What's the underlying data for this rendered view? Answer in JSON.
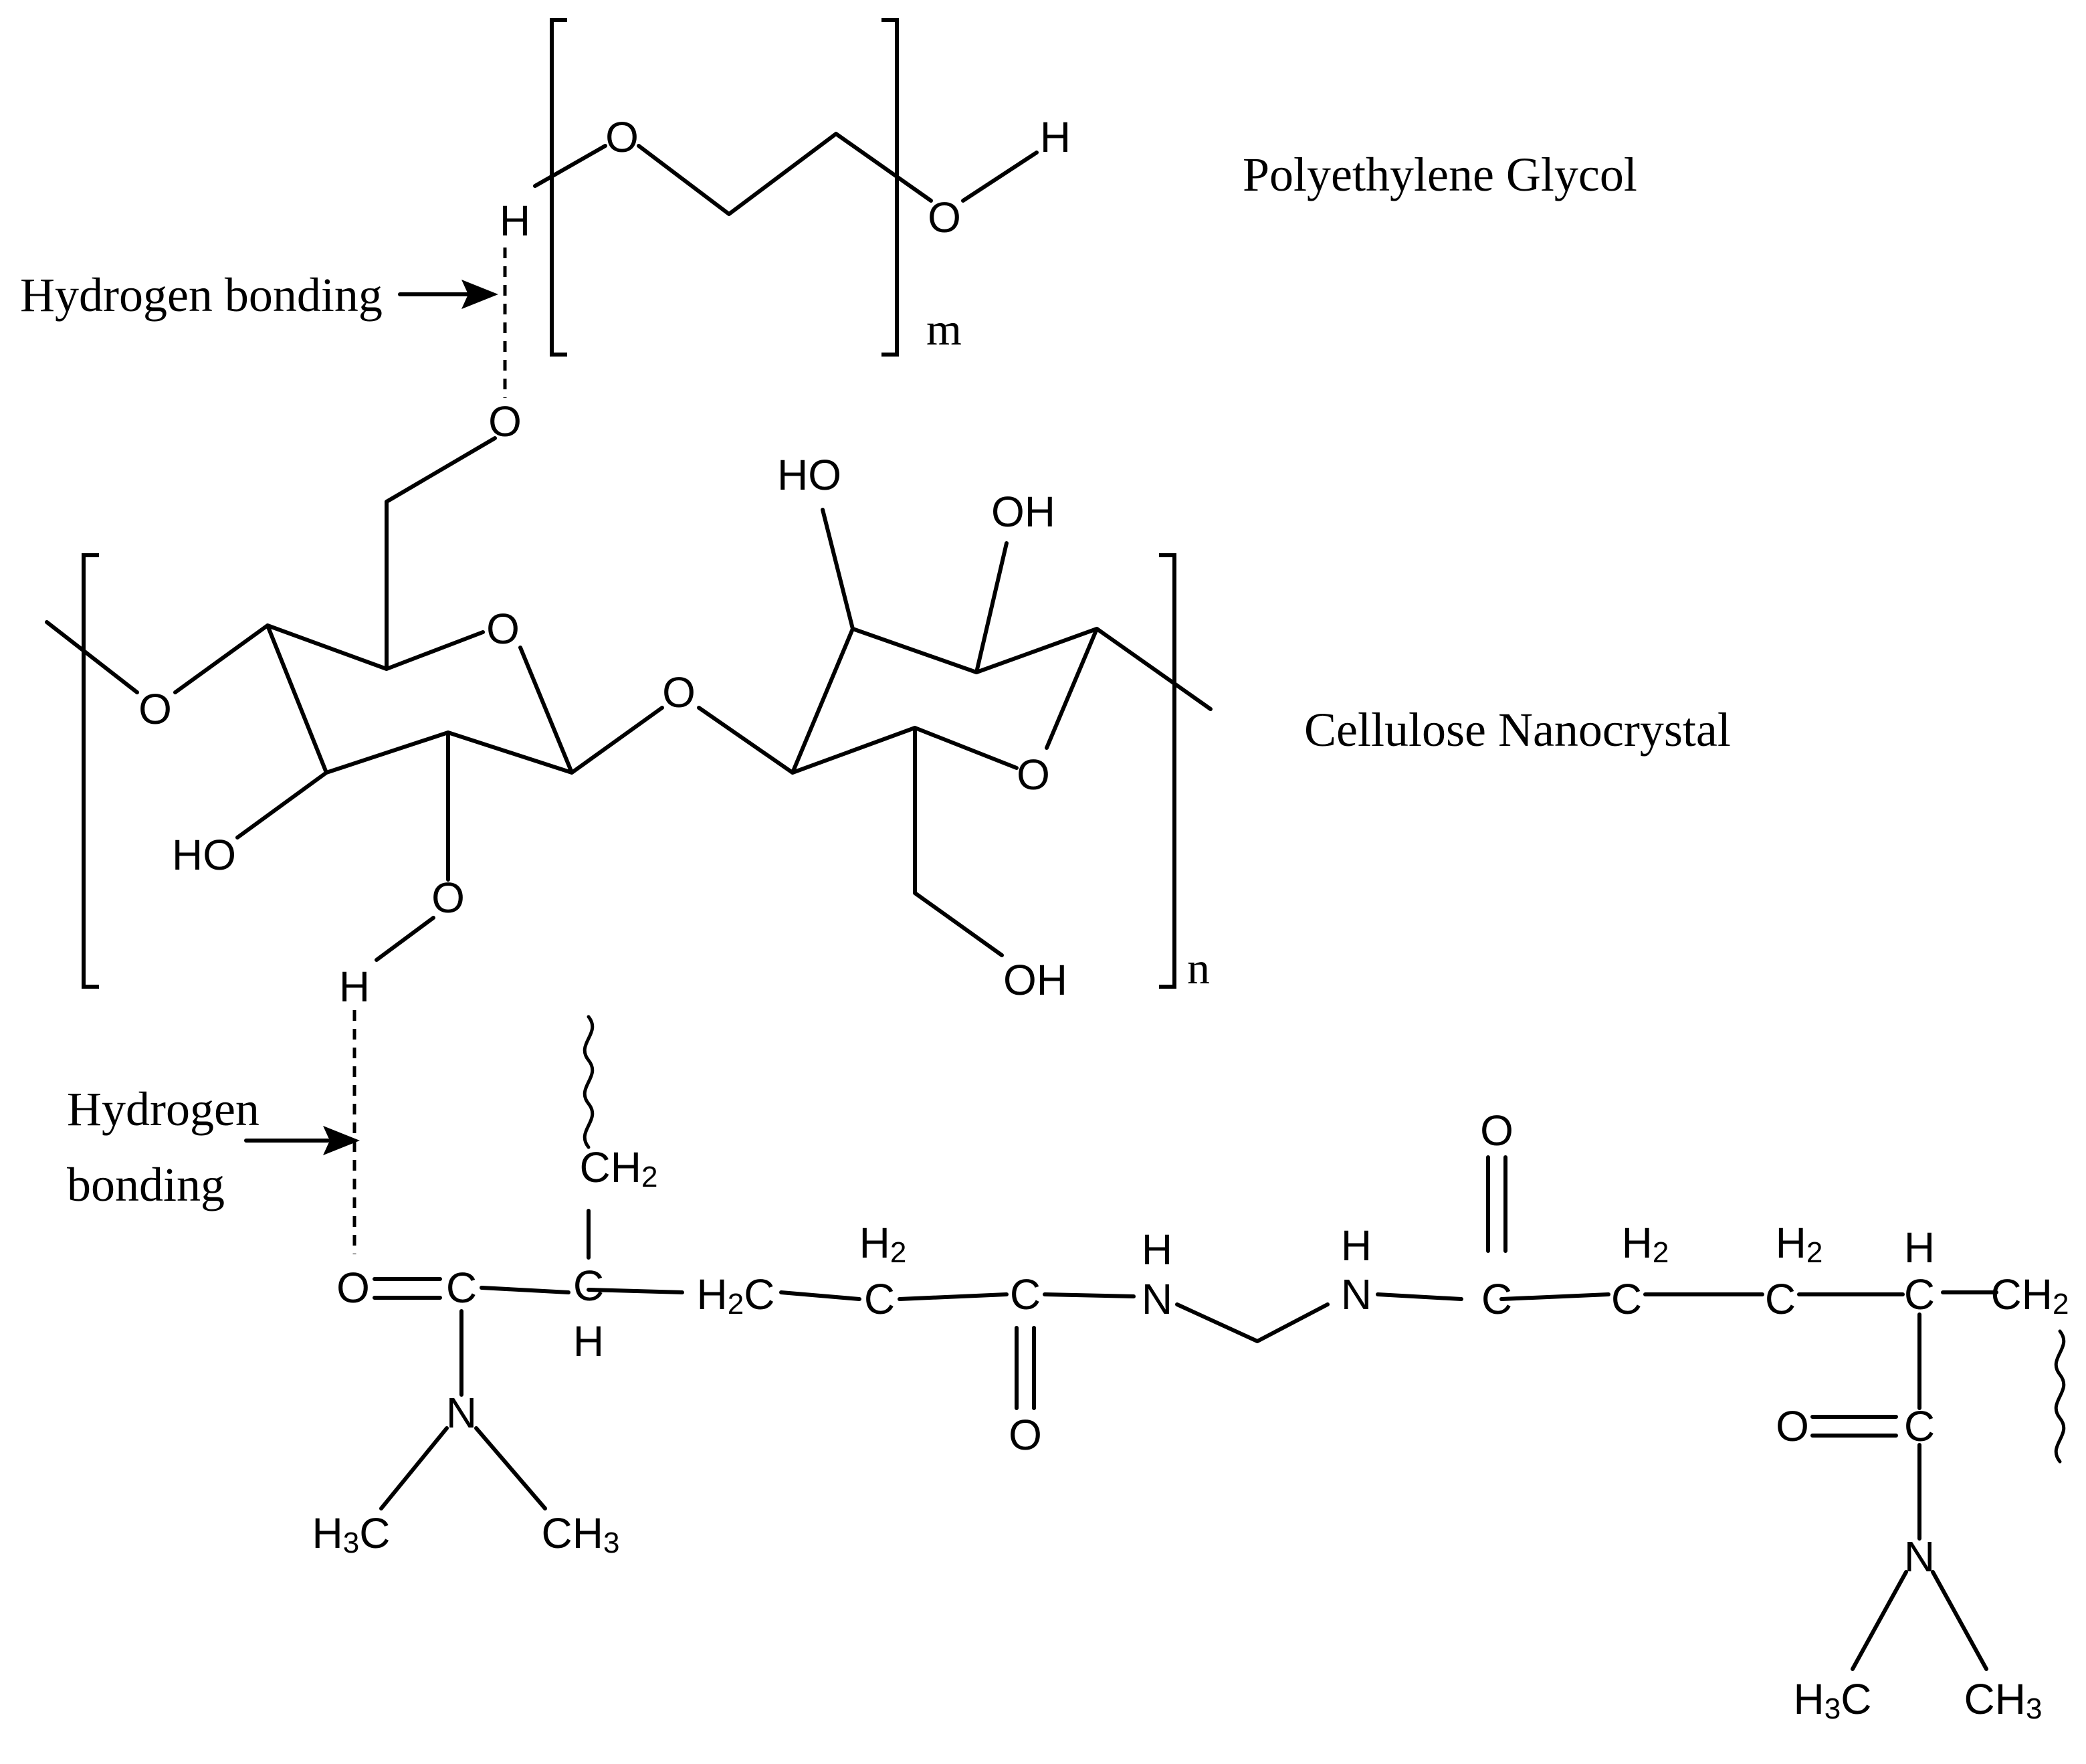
{
  "labels": {
    "peg": "Polyethylene Glycol",
    "cnc": "Cellulose Nanocrystal",
    "hbond_top": "Hydrogen bonding",
    "hbond_bottom_1": "Hydrogen",
    "hbond_bottom_2": "bonding",
    "repeat_m": "m",
    "repeat_n": "n"
  },
  "atoms": {
    "O": "O",
    "H": "H",
    "C": "C",
    "N": "N",
    "HO": "HO",
    "OH": "OH",
    "CH": "CH",
    "H2C": "H",
    "H3C": "H",
    "two": "2",
    "three": "3"
  }
}
